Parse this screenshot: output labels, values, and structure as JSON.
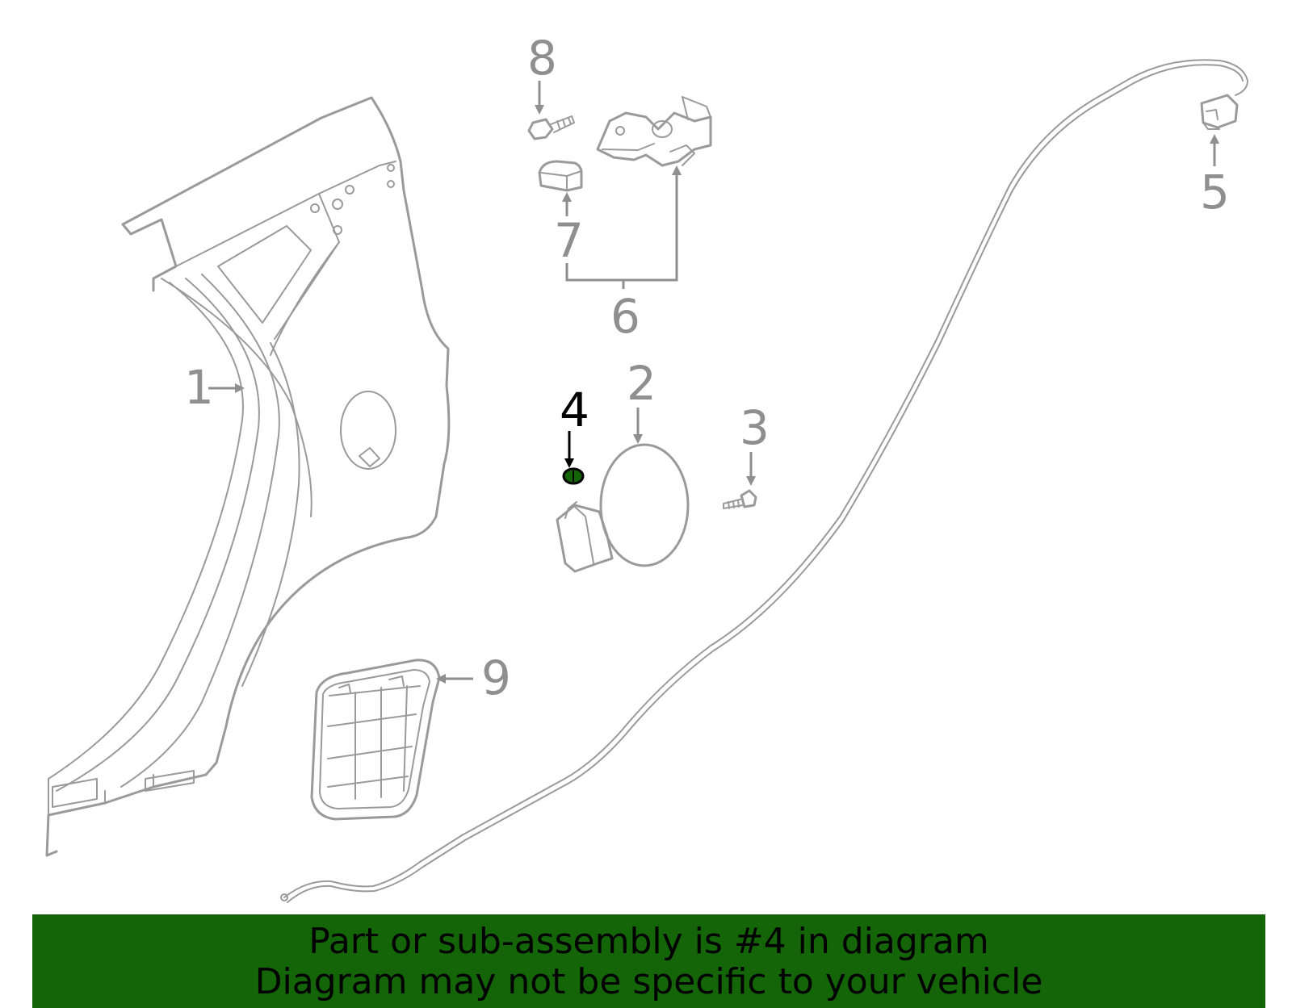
{
  "callouts": [
    {
      "id": "1",
      "label": "1"
    },
    {
      "id": "2",
      "label": "2"
    },
    {
      "id": "3",
      "label": "3"
    },
    {
      "id": "4",
      "label": "4",
      "highlighted": true
    },
    {
      "id": "5",
      "label": "5"
    },
    {
      "id": "6",
      "label": "6"
    },
    {
      "id": "7",
      "label": "7"
    },
    {
      "id": "8",
      "label": "8"
    },
    {
      "id": "9",
      "label": "9"
    }
  ],
  "colors": {
    "line": "#9a9a9a",
    "highlight_part": "#136508",
    "banner_bg": "#136508",
    "banner_text": "#000000"
  },
  "banner": {
    "line1": "Part or sub-assembly is #4 in diagram",
    "line2": "Diagram may not be specific to your vehicle"
  }
}
